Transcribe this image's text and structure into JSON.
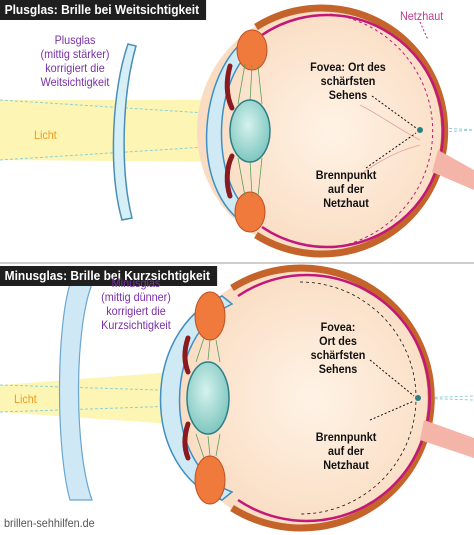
{
  "panels": [
    {
      "title": "Plusglas: Brille bei Weitsichtigkeit",
      "lens_label": [
        "Plusglas",
        "(mittig stärker)",
        "korrigiert die",
        "Weitsichtigkeit"
      ],
      "light_label": "Licht",
      "retina_label": "Netzhaut",
      "fovea_label": [
        "Fovea: Ort des",
        "schärfsten",
        "Sehens"
      ],
      "focus_label": [
        "Brennpunkt",
        "auf der",
        "Netzhaut"
      ]
    },
    {
      "title": "Minusglas: Brille bei Kurzsichtigkeit",
      "lens_label": [
        "Minusglas",
        "(mittig dünner)",
        "korrigiert die",
        "Kurzsichtigkeit"
      ],
      "light_label": "Licht",
      "fovea_label": [
        "Fovea:",
        "Ort des",
        "schärfsten",
        "Sehens"
      ],
      "focus_label": [
        "Brennpunkt",
        "auf der",
        "Netzhaut"
      ]
    }
  ],
  "watermark": "brillen-sehhilfen.de",
  "colors": {
    "title_bg": "#1f1f1f",
    "light_beam": "#fbf3a6",
    "eyeball": "#fde6cf",
    "sclera_ring": "#c4632a",
    "retina": "#c2187a",
    "cornea": "#cfeaf4",
    "lens": "#9fd8d2",
    "iris": "#f07a3c",
    "label_purple": "#7a2fa6",
    "label_orange": "#f39a1e"
  }
}
